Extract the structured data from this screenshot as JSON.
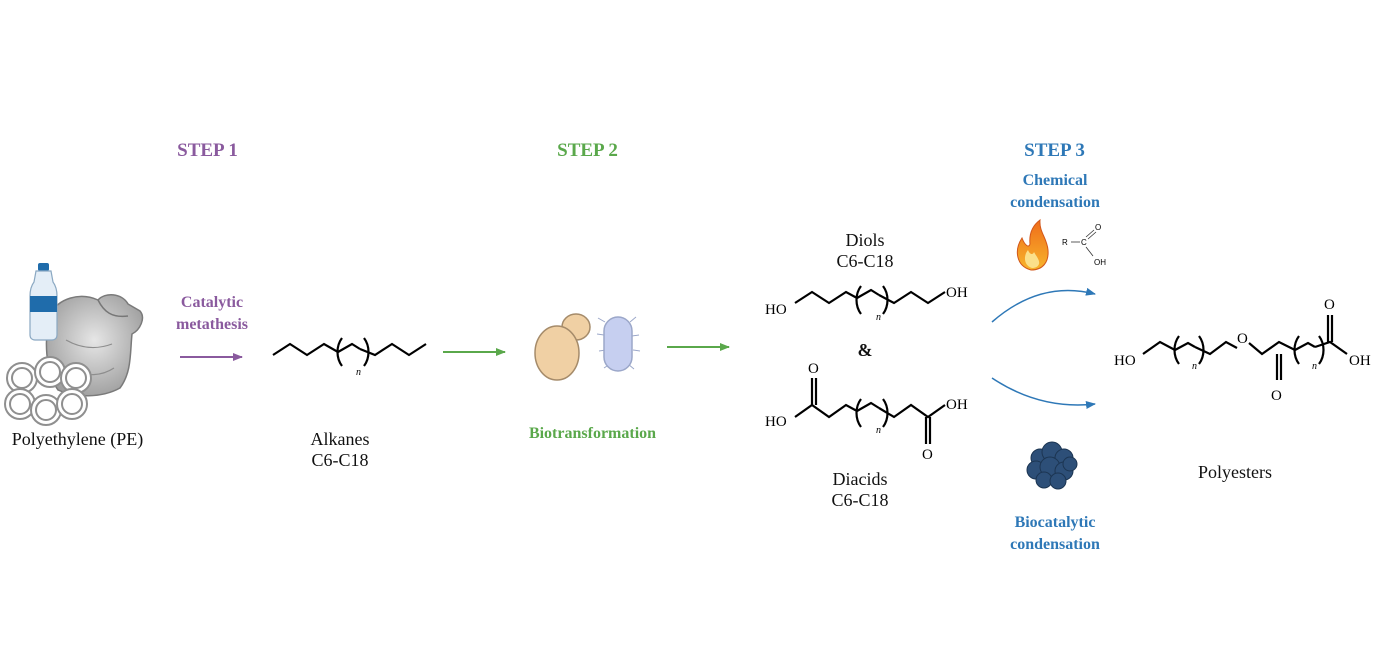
{
  "steps": {
    "step1": "STEP 1",
    "step2": "STEP 2",
    "step3": "STEP 3"
  },
  "labels": {
    "catalytic": "Catalytic",
    "metathesis": "metathesis",
    "biotransformation": "Biotransformation",
    "chemical": "Chemical",
    "chemical_condensation": "condensation",
    "biocatalytic": "Biocatalytic",
    "biocatalytic_condensation": "condensation"
  },
  "compounds": {
    "pe": "Polyethylene (PE)",
    "alkanes": "Alkanes",
    "alkanes_range": "C6-C18",
    "diols": "Diols",
    "diols_range": "C6-C18",
    "amp": "&",
    "diacids": "Diacids",
    "diacids_range": "C6-C18",
    "polyesters": "Polyesters"
  },
  "structure_text": {
    "ho": "HO",
    "oh": "OH",
    "o": "O",
    "n": "n",
    "r": "R",
    "c": "C",
    "o_small": "O",
    "oh_small": "OH"
  },
  "colors": {
    "step1": "#8a5a9e",
    "step2": "#5aa84b",
    "step3": "#2e78b7"
  }
}
